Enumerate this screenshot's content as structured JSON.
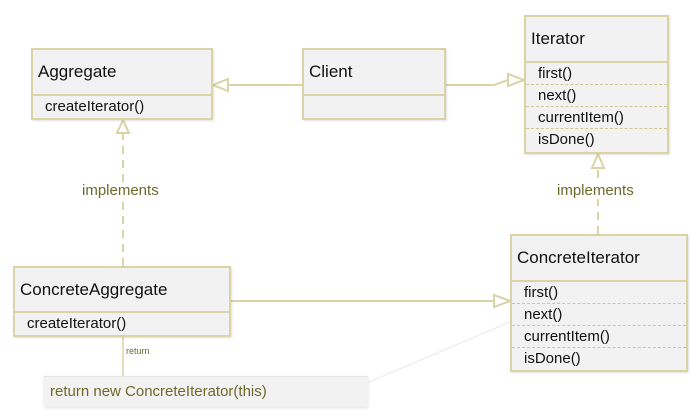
{
  "classes": {
    "aggregate": {
      "name": "Aggregate",
      "operations": [
        "createIterator()"
      ]
    },
    "client": {
      "name": "Client",
      "operations": []
    },
    "iterator": {
      "name": "Iterator",
      "operations": [
        "first()",
        "next()",
        "currentItem()",
        "isDone()"
      ]
    },
    "concrete_aggregate": {
      "name": "ConcreteAggregate",
      "operations": [
        "createIterator()"
      ]
    },
    "concrete_iterator": {
      "name": "ConcreteIterator",
      "operations": [
        "first()",
        "next()",
        "currentItem()",
        "isDone()"
      ]
    }
  },
  "labels": {
    "implements_left": "implements",
    "implements_right": "implements",
    "return_tag": "return"
  },
  "note": {
    "text": "return new ConcreteIterator(this)"
  },
  "colors": {
    "box_border": "#d9d3a6",
    "box_fill": "#f2f2f2",
    "line": "#d9d3a6",
    "label_text": "#6b6a2c"
  }
}
